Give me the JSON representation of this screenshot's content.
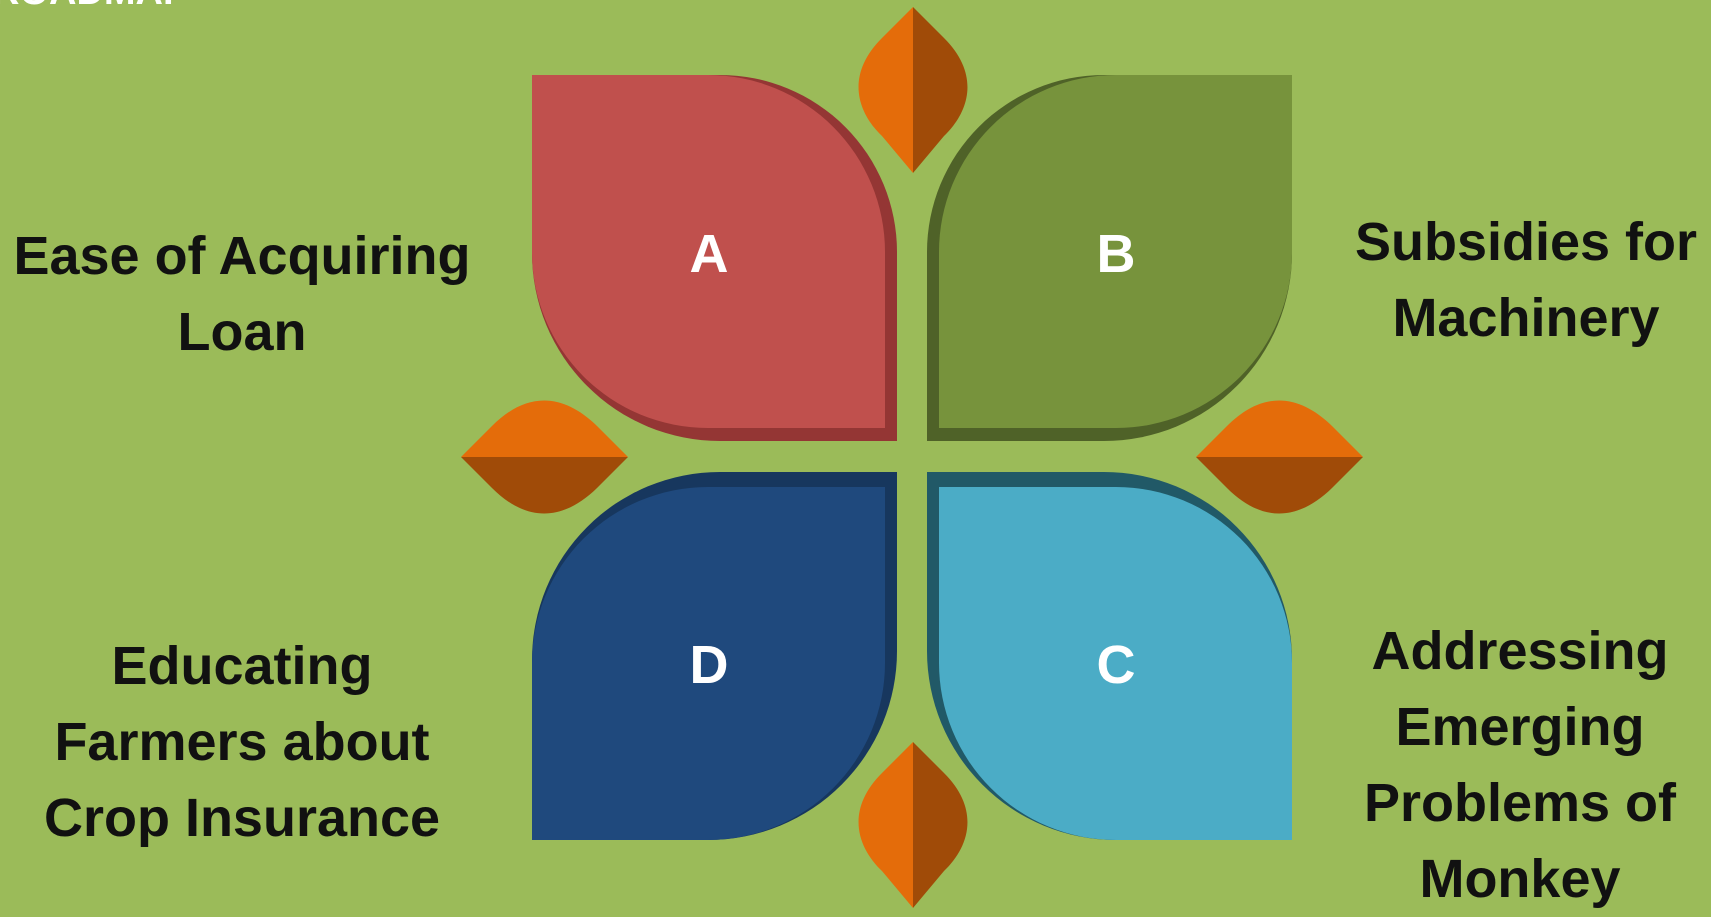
{
  "title": "ROADMAP",
  "colors": {
    "background": "#9bbb59",
    "petal_a": "#c0504d",
    "petal_a_shadow": "#943634",
    "petal_b": "#77933c",
    "petal_b_shadow": "#4f6228",
    "petal_c": "#4bacc6",
    "petal_c_shadow": "#215967",
    "petal_d": "#1f497d",
    "petal_d_shadow": "#17375e",
    "diamond_light": "#e46c0a",
    "diamond_dark": "#a04b08"
  },
  "petals": [
    {
      "letter": "A",
      "label": [
        "Ease of Acquiring",
        "Loan"
      ]
    },
    {
      "letter": "B",
      "label": [
        "Subsidies for",
        "Machinery"
      ]
    },
    {
      "letter": "C",
      "label": [
        "Addressing",
        "Emerging",
        "Problems of",
        "Monkey"
      ]
    },
    {
      "letter": "D",
      "label": [
        "Educating",
        "Farmers about",
        "Crop Insurance"
      ]
    }
  ]
}
